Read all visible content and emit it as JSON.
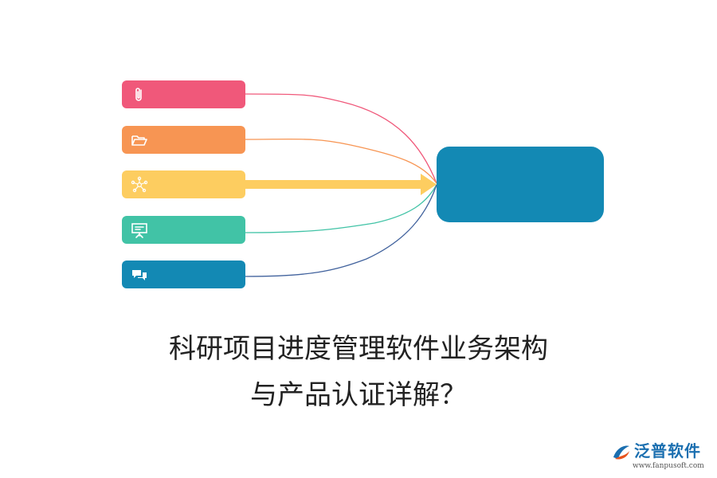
{
  "diagram": {
    "items": [
      {
        "icon": "paperclip-icon",
        "color": "#f0587a"
      },
      {
        "icon": "folder-open-icon",
        "color": "#f79553"
      },
      {
        "icon": "network-icon",
        "color": "#fdcd60"
      },
      {
        "icon": "presentation-board-icon",
        "color": "#41c3a6"
      },
      {
        "icon": "chat-bubbles-icon",
        "color": "#1389b4"
      }
    ],
    "hub_color": "#1389b4",
    "highlighted_item": 3
  },
  "title": {
    "line1": "科研项目进度管理软件业务架构",
    "line2": "与产品认证详解？"
  },
  "logo": {
    "name": "泛普软件",
    "url": "www.fanpusoft.com"
  }
}
